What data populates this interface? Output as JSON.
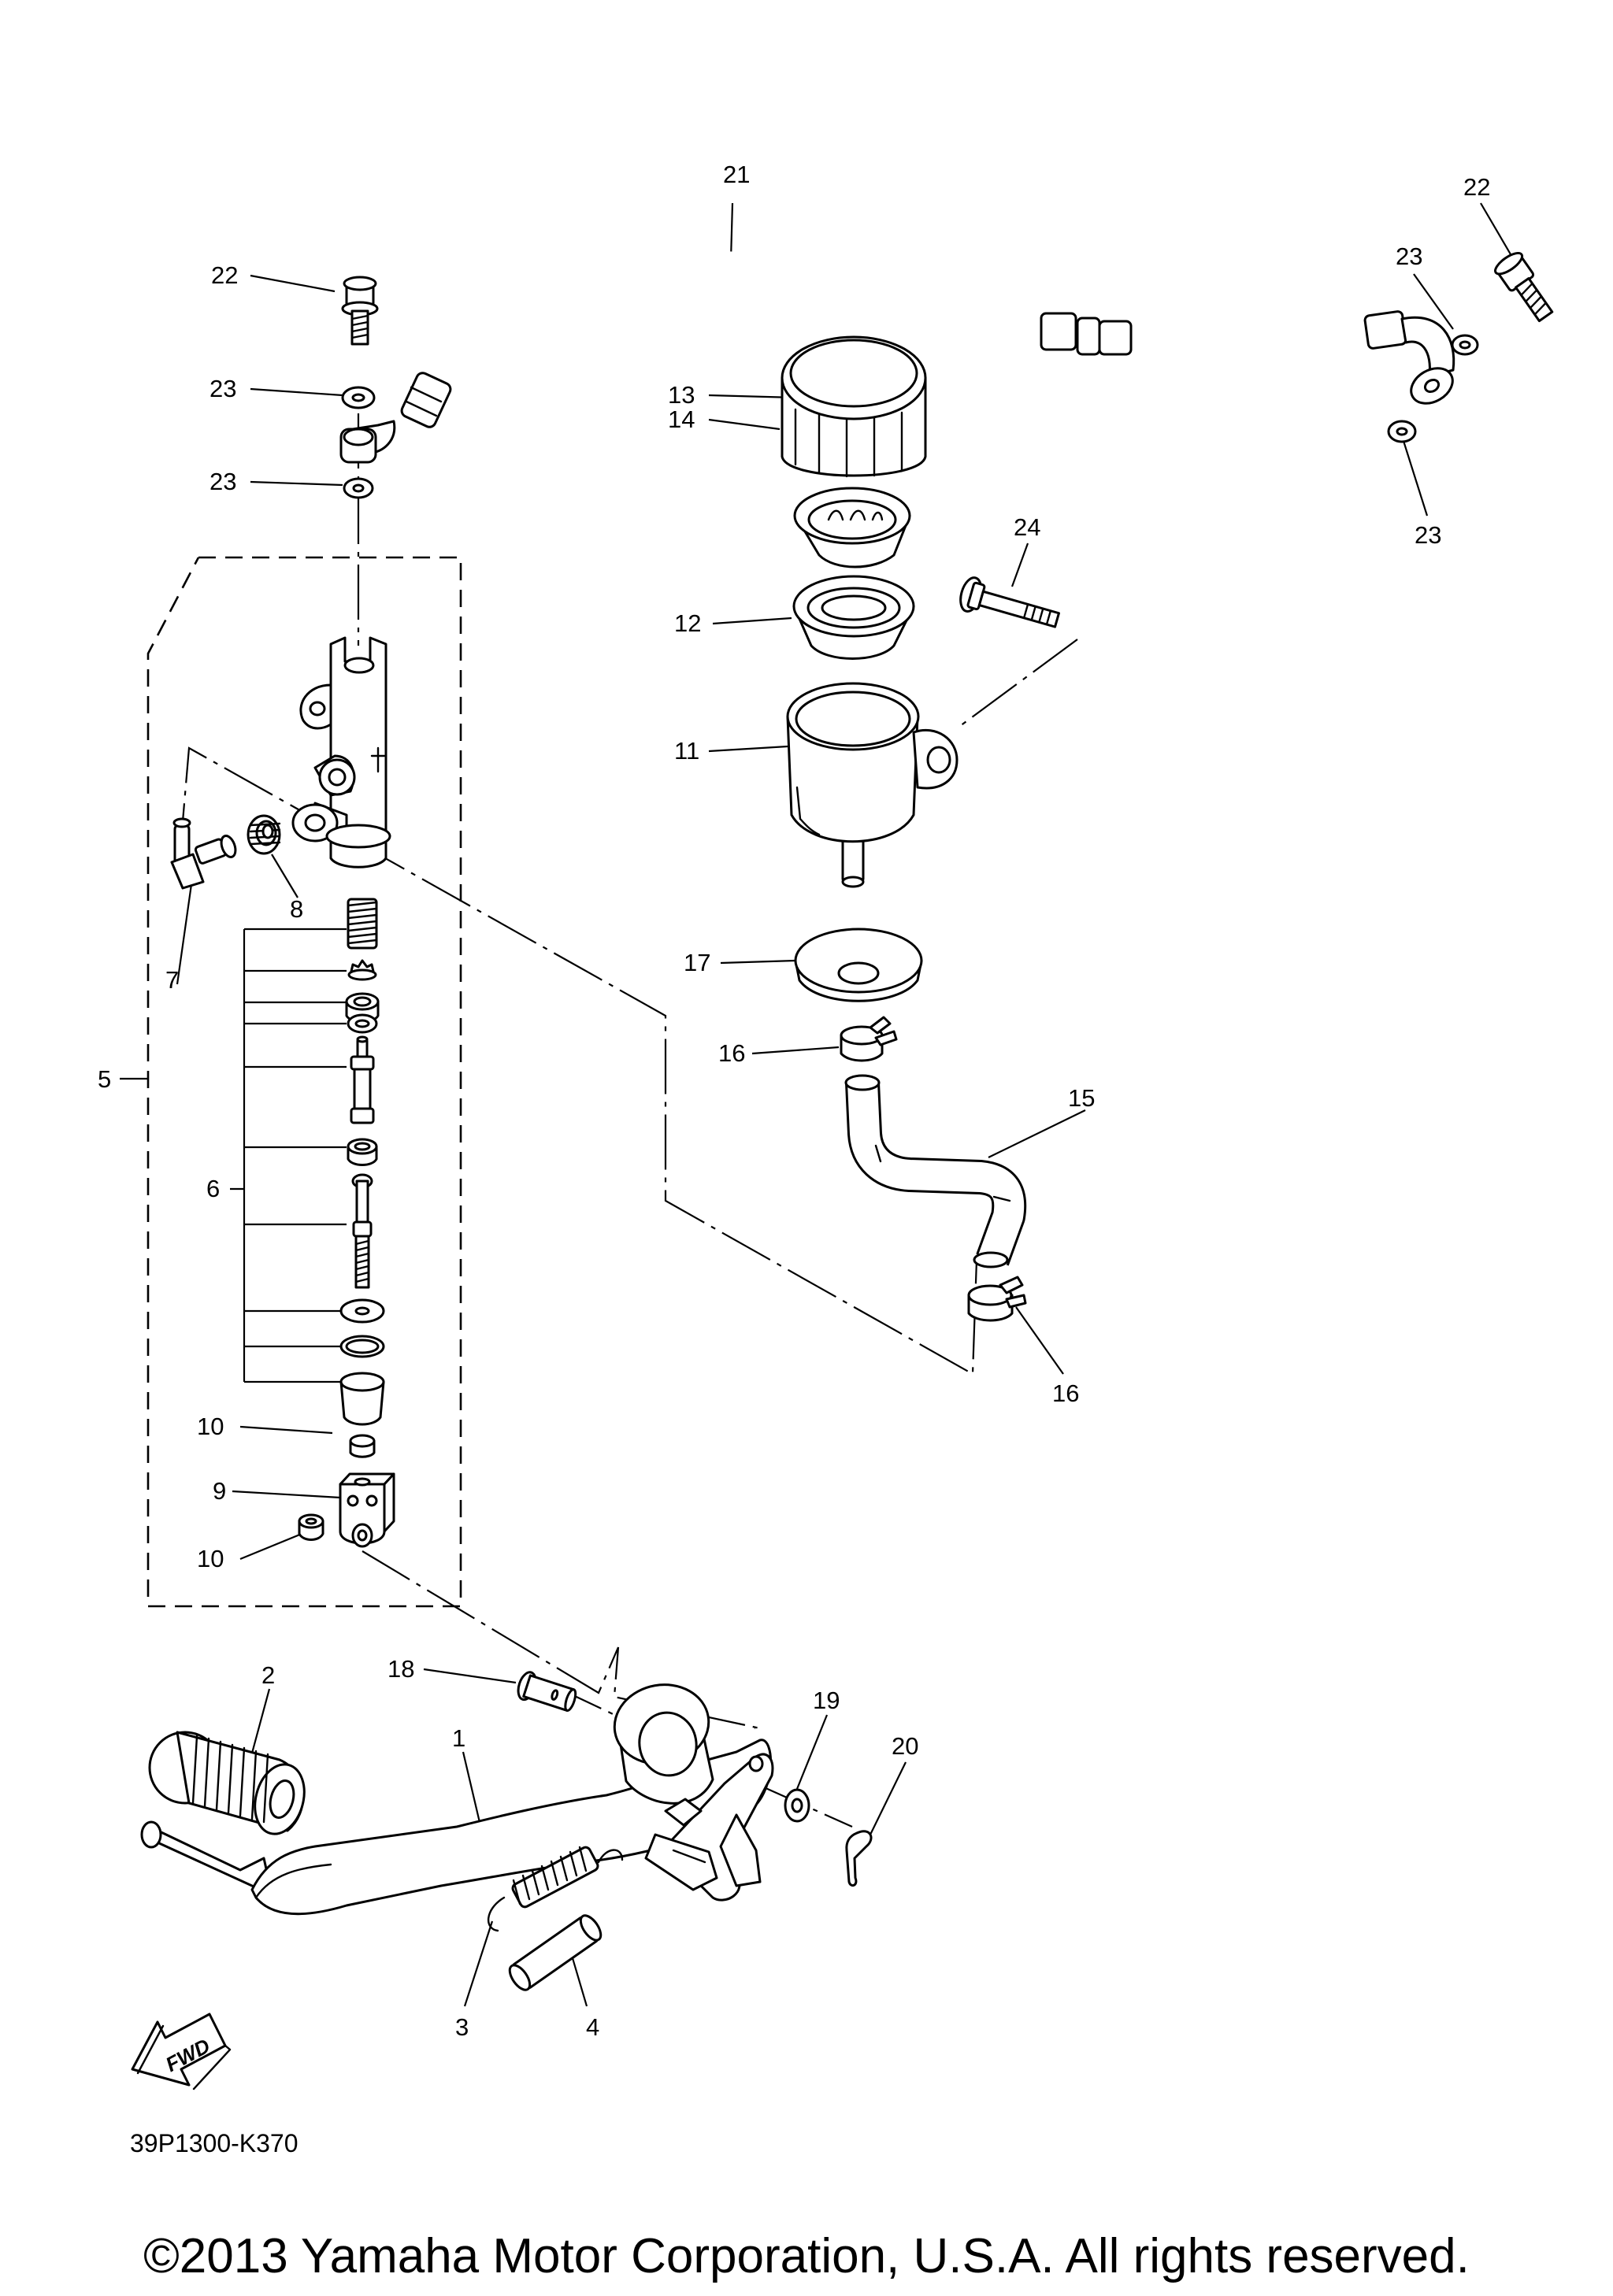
{
  "diagram": {
    "part_code": "39P1300-K370",
    "copyright": "©2013 Yamaha Motor Corporation, U.S.A. All rights reserved.",
    "fwd_label": "FWD",
    "callouts": {
      "c1": "1",
      "c2": "2",
      "c3": "3",
      "c4": "4",
      "c5": "5",
      "c6": "6",
      "c7": "7",
      "c8": "8",
      "c9": "9",
      "c10a": "10",
      "c10b": "10",
      "c11": "11",
      "c12": "12",
      "c13": "13",
      "c14": "14",
      "c15": "15",
      "c16a": "16",
      "c16b": "16",
      "c17": "17",
      "c18": "18",
      "c19": "19",
      "c20": "20",
      "c21": "21",
      "c22a": "22",
      "c22b": "22",
      "c23a": "23",
      "c23b": "23",
      "c23c": "23",
      "c23d": "23",
      "c24": "24"
    }
  }
}
